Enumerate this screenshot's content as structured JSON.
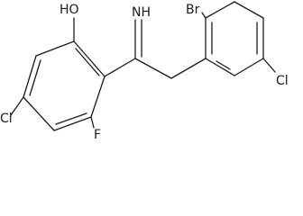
{
  "molecule": {
    "atom_labels": {
      "hydroxyl": "HO",
      "imine": "NH",
      "bromine": "Br",
      "chlorine_left": "Cl",
      "fluorine": "F",
      "chlorine_right": "Cl"
    }
  }
}
